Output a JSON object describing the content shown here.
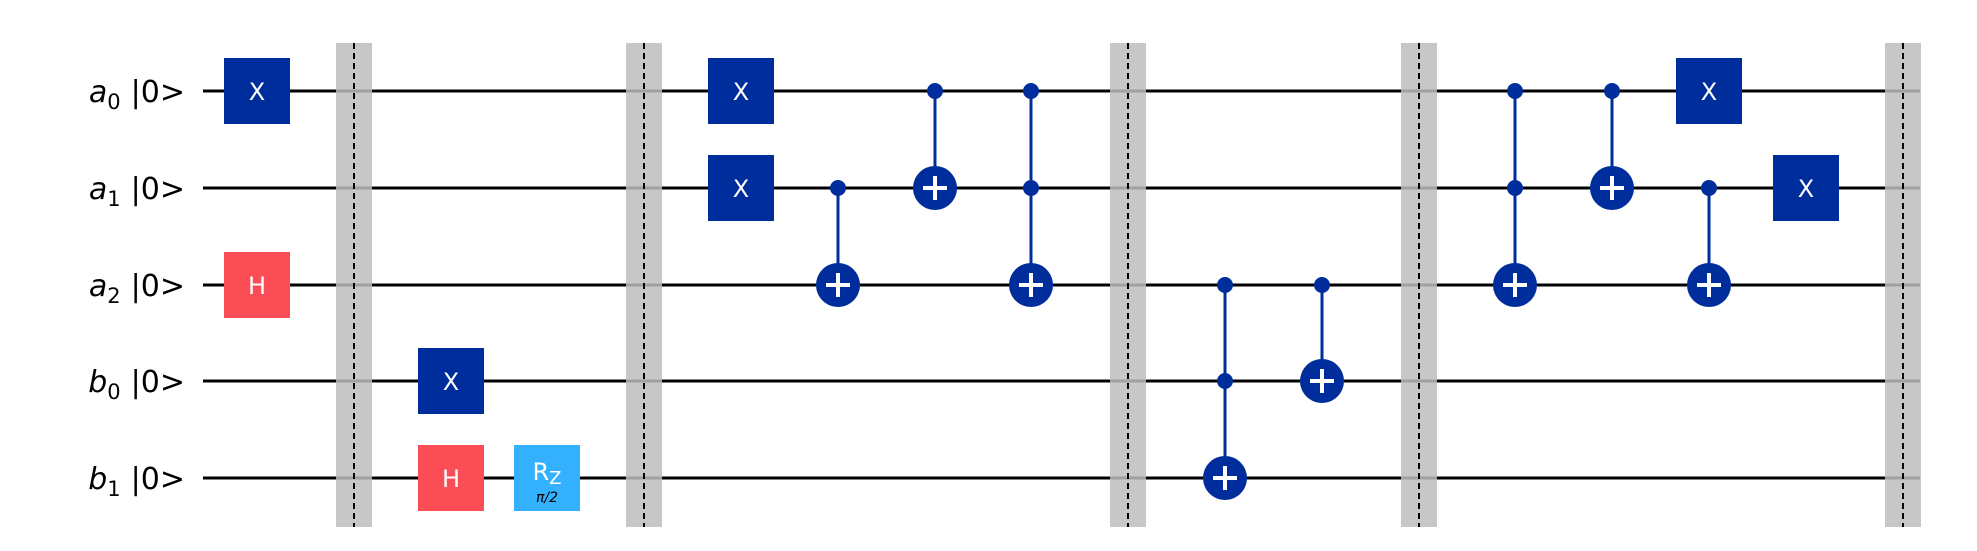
{
  "circuit": {
    "qubits": [
      {
        "letter": "a",
        "index": "0",
        "state": "|0>"
      },
      {
        "letter": "a",
        "index": "1",
        "state": "|0>"
      },
      {
        "letter": "a",
        "index": "2",
        "state": "|0>"
      },
      {
        "letter": "b",
        "index": "0",
        "state": "|0>"
      },
      {
        "letter": "b",
        "index": "1",
        "state": "|0>"
      }
    ],
    "colors": {
      "x_gate": "#002D9C",
      "h_gate": "#FA4D56",
      "rz_gate": "#33B1FF",
      "control": "#002D9C",
      "barrier": "#BDBDBD",
      "wire": "#000000",
      "gate_text": "#FFFFFF"
    },
    "barriers": [
      {
        "column": 1
      },
      {
        "column": 4
      },
      {
        "column": 9
      },
      {
        "column": 12
      },
      {
        "column": 17
      }
    ],
    "operations": [
      {
        "type": "gate",
        "gate": "X",
        "qubit": 0,
        "column": 0
      },
      {
        "type": "gate",
        "gate": "H",
        "qubit": 2,
        "column": 0
      },
      {
        "type": "gate",
        "gate": "X",
        "qubit": 3,
        "column": 2
      },
      {
        "type": "gate",
        "gate": "H",
        "qubit": 4,
        "column": 2
      },
      {
        "type": "gate",
        "gate": "RZ",
        "label": "R",
        "subscript": "Z",
        "param": "π/2",
        "qubit": 4,
        "column": 3
      },
      {
        "type": "gate",
        "gate": "X",
        "qubit": 0,
        "column": 5
      },
      {
        "type": "gate",
        "gate": "X",
        "qubit": 1,
        "column": 5
      },
      {
        "type": "cx",
        "controls": [
          1
        ],
        "target": 2,
        "column": 6
      },
      {
        "type": "cx",
        "controls": [
          0
        ],
        "target": 1,
        "column": 7
      },
      {
        "type": "cx",
        "controls": [
          0,
          1
        ],
        "target": 2,
        "column": 8
      },
      {
        "type": "cx",
        "controls": [
          2,
          3
        ],
        "target": 4,
        "column": 10
      },
      {
        "type": "cx",
        "controls": [
          2
        ],
        "target": 3,
        "column": 11
      },
      {
        "type": "cx",
        "controls": [
          0,
          1
        ],
        "target": 2,
        "column": 13
      },
      {
        "type": "cx",
        "controls": [
          0
        ],
        "target": 1,
        "column": 14
      },
      {
        "type": "gate",
        "gate": "X",
        "qubit": 0,
        "column": 15
      },
      {
        "type": "cx",
        "controls": [
          1
        ],
        "target": 2,
        "column": 15
      },
      {
        "type": "gate",
        "gate": "X",
        "qubit": 1,
        "column": 16
      }
    ]
  }
}
